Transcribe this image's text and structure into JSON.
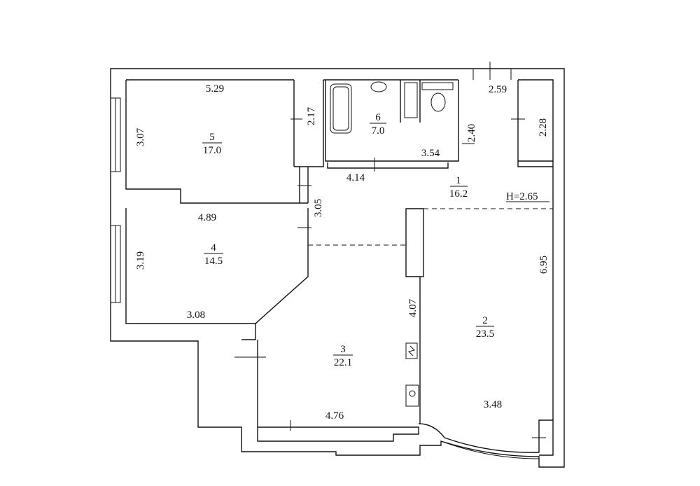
{
  "height_label": "H=2.65",
  "rooms": [
    {
      "number": "1",
      "area": "16.2"
    },
    {
      "number": "2",
      "area": "23.5"
    },
    {
      "number": "3",
      "area": "22.1"
    },
    {
      "number": "4",
      "area": "14.5"
    },
    {
      "number": "5",
      "area": "17.0"
    },
    {
      "number": "6",
      "area": "7.0"
    }
  ],
  "dimensions": {
    "room5_top": "5.29",
    "room5_left": "3.07",
    "closet_depth": "2.17",
    "room6_bottom": "3.54",
    "hall_top": "2.59",
    "hall_left": "2.40",
    "closet_right": "2.28",
    "corridor_length": "4.14",
    "corridor_width": "3.05",
    "room4_top": "4.89",
    "room4_left": "3.19",
    "room4_bottom": "3.08",
    "room3_right": "4.07",
    "room3_bottom": "4.76",
    "room2_right": "6.95",
    "room2_bottom": "3.48"
  },
  "colors": {
    "line": "#111111",
    "background": "#ffffff"
  }
}
